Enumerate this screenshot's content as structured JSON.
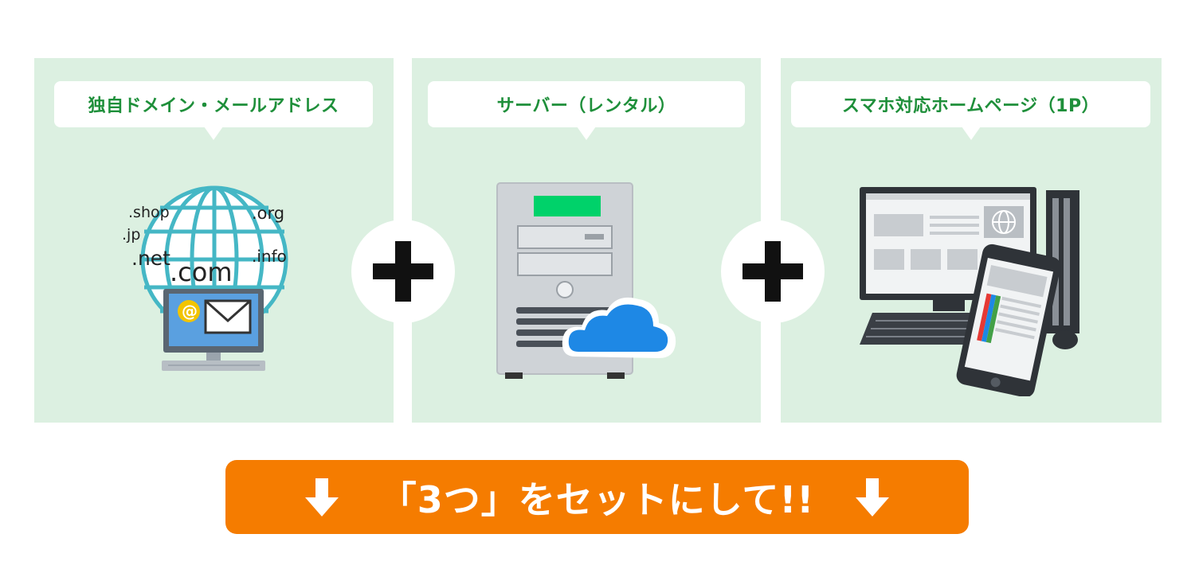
{
  "panels": [
    {
      "label": "独自ドメイン・メールアドレス",
      "domain_tags": [
        ".shop",
        ".org",
        ".jp",
        ".net",
        ".com",
        ".info"
      ],
      "icon": "globe-mail-icon"
    },
    {
      "label": "サーバー（レンタル）",
      "icon": "server-cloud-icon"
    },
    {
      "label": "スマホ対応ホームページ（1P）",
      "icon": "pc-smartphone-icon"
    }
  ],
  "cta": {
    "text": "「3つ」をセットにして!!"
  },
  "colors": {
    "panel_bg": "#dcf0e1",
    "label_green": "#1e8f3a",
    "cta_orange": "#f57c00",
    "server_display": "#00d26a",
    "cloud_blue": "#1e88e5"
  }
}
